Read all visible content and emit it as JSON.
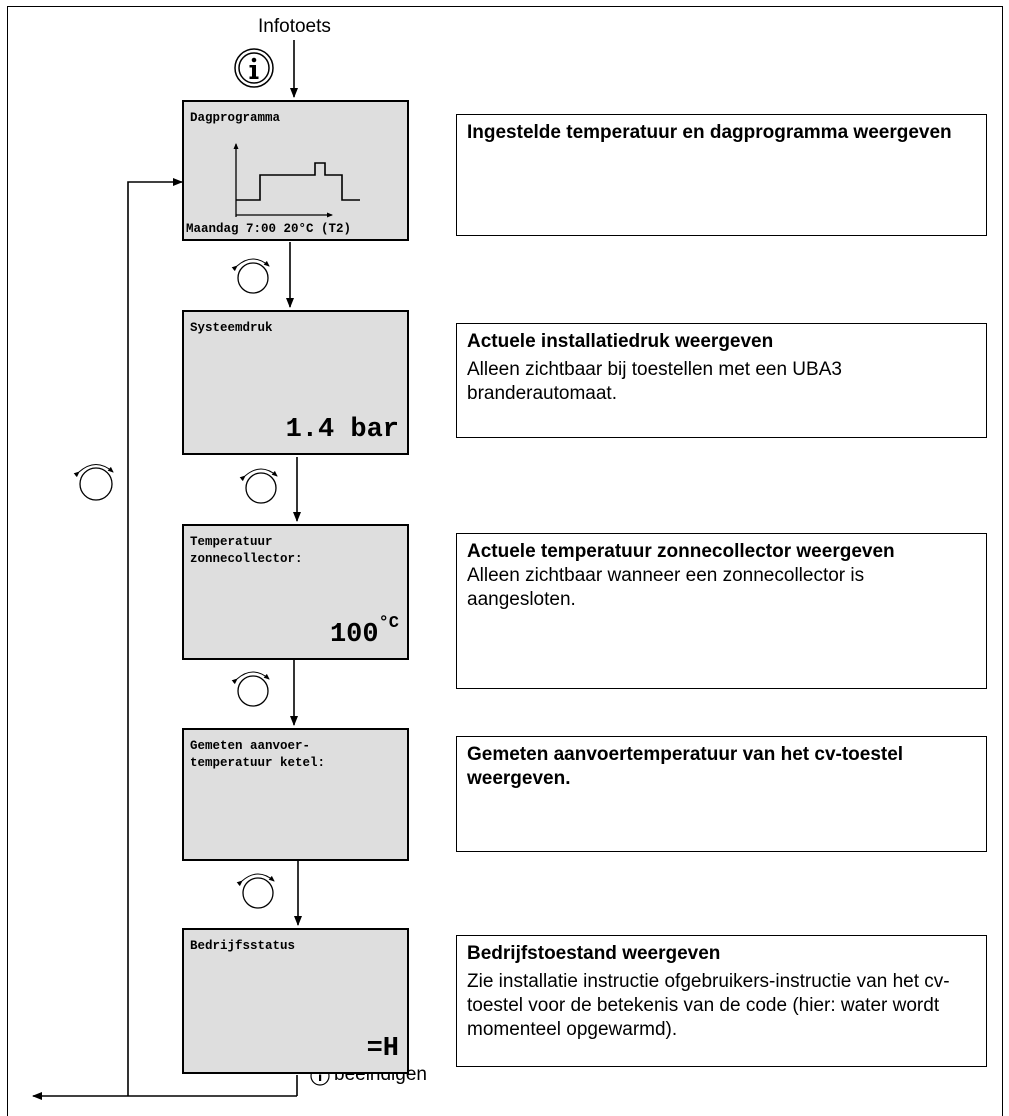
{
  "header": {
    "info_key_label": "Infotoets"
  },
  "footer": {
    "end_label": "beëindigen"
  },
  "screens": [
    {
      "title": "Dagprogramma",
      "value": "",
      "footer": "Maandag 7:00 20°C (T2)"
    },
    {
      "title": "Systeemdruk",
      "value": "1.4 bar"
    },
    {
      "title": "Temperatuur\nzonnecollector:",
      "value": "100",
      "unit": "°C"
    },
    {
      "title": "Gemeten aanvoer-\ntemperatuur ketel:",
      "value": ""
    },
    {
      "title": "Bedrijfsstatus",
      "value": "=H"
    }
  ],
  "descriptions": [
    {
      "title": "Ingestelde temperatuur en dagprogramma weergeven",
      "body": ""
    },
    {
      "title": "Actuele installatiedruk weergeven",
      "body": "Alleen zichtbaar bij toestellen met een UBA3 branderautomaat."
    },
    {
      "title": "Actuele temperatuur zonnecollector weergeven",
      "body": "Alleen zichtbaar wanneer een zonnecollector is aangesloten."
    },
    {
      "title": "Gemeten aanvoertemperatuur van het cv-toestel weergeven.",
      "body": ""
    },
    {
      "title": "Bedrijfstoestand weergeven",
      "body": "Zie installatie instructie ofgebruikers-instructie van het cv-toestel voor de betekenis van de code (hier: water wordt momenteel opgewarmd)."
    }
  ],
  "icons": {
    "info_button": "info-icon",
    "rotary_knob": "rotary-knob-icon"
  }
}
